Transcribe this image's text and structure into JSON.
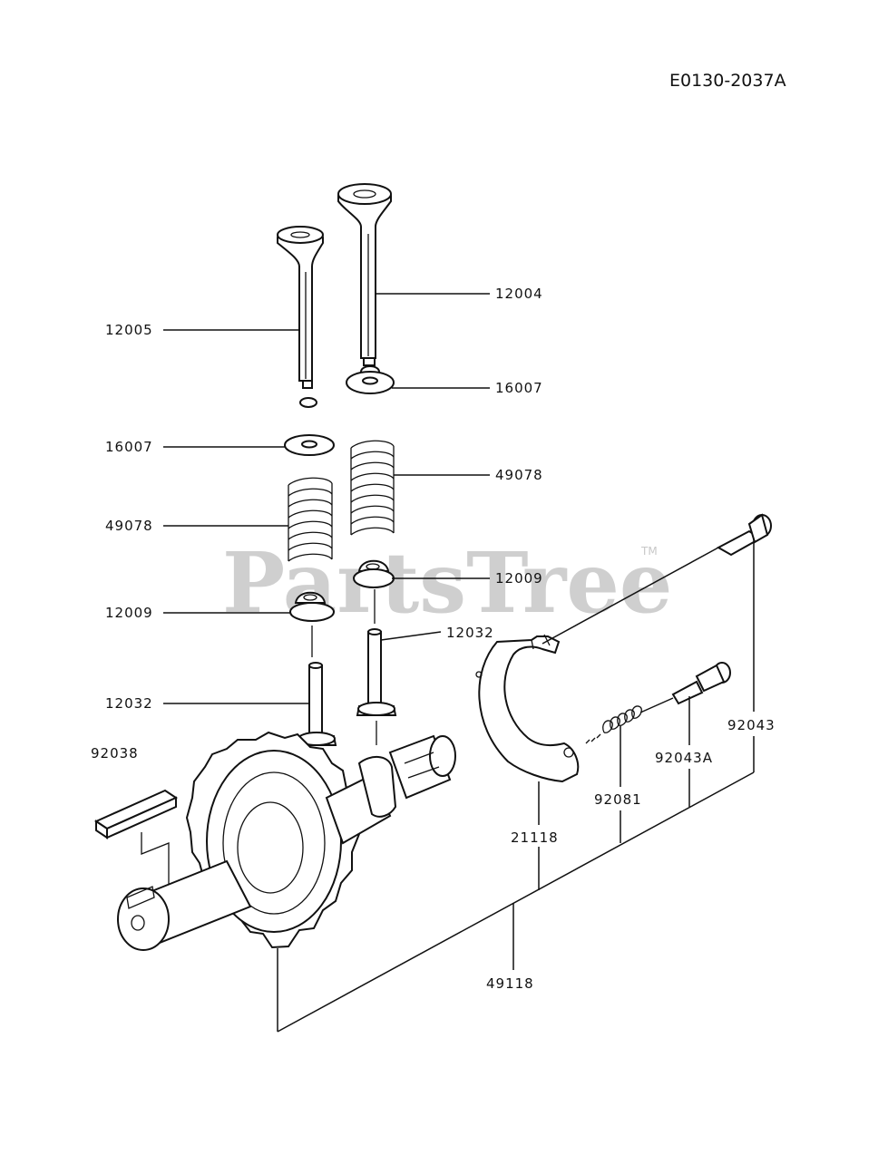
{
  "diagram": {
    "code": "E0130-2037A",
    "watermark": "PartsTree",
    "watermark_tm": "TM",
    "labels": {
      "p12005": "12005",
      "p12004": "12004",
      "p16007_left": "16007",
      "p16007_right": "16007",
      "p49078_left": "49078",
      "p49078_right": "49078",
      "p12009_left": "12009",
      "p12009_right": "12009",
      "p12032_left": "12032",
      "p12032_right": "12032",
      "p92038": "92038",
      "p92043": "92043",
      "p92043A": "92043A",
      "p92081": "92081",
      "p21118": "21118",
      "p49118": "49118"
    }
  }
}
